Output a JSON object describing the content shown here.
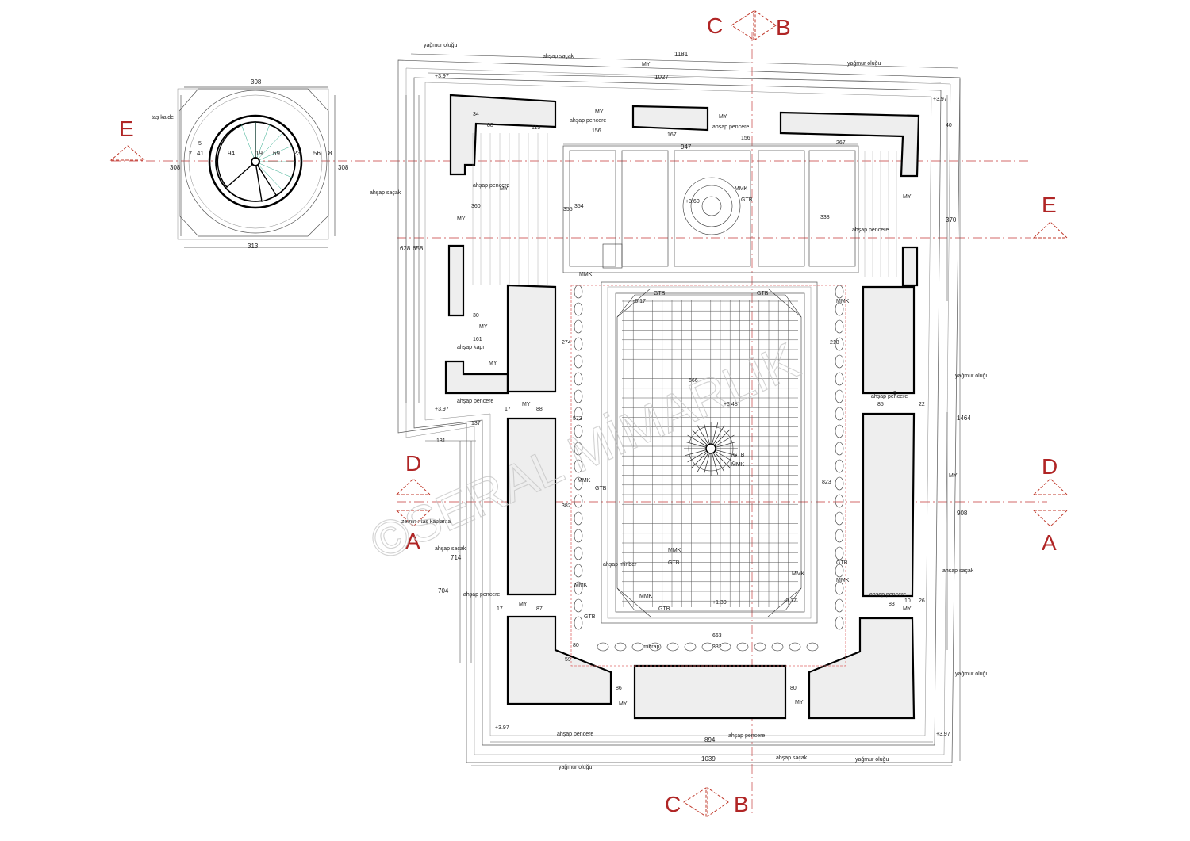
{
  "colors": {
    "section_marker": "#b02525",
    "axis_line": "#d36a6a",
    "wall_fill": "#eeeeee",
    "wall_stroke": "#000000"
  },
  "section_labels": {
    "C_top": "C",
    "B_top": "B",
    "C_bottom": "C",
    "B_bottom": "B",
    "E_left": "E",
    "E_right": "E",
    "D_left": "D",
    "A_left": "A",
    "D_right": "D",
    "A_right": "A"
  },
  "stair": {
    "dims": {
      "top": "308",
      "bottom": "313",
      "left": "308",
      "right": "308"
    },
    "inner_dims": [
      "5",
      "7",
      "41",
      "94",
      "19",
      "69",
      "23",
      "56",
      "8"
    ],
    "label": "taş kaide"
  },
  "annotations": {
    "yagmur": "yağmur oluğu",
    "sacak": "ahşap saçak",
    "pencere": "ahşap pencere",
    "kapi": "ahşap kapı",
    "minber": "ahşap minber",
    "mihrap": "mihrap",
    "zemin": "zemin : taş kaplama",
    "my": "MY",
    "mmk": "MMK",
    "gtb": "GTB",
    "level_397": "+3.97",
    "level_348": "+3.48",
    "level_360": "+3.60",
    "level_317": "-0.17",
    "level_139": "+1.39",
    "watermark": "©SERAL MİMARLIK"
  },
  "dims": {
    "d1181": "1181",
    "d1027": "1027",
    "d947": "947",
    "d156": "156",
    "d167": "167",
    "d113": "113",
    "d88": "88",
    "d267": "267",
    "d34": "34",
    "d40": "40",
    "d370": "370",
    "d1464": "1464",
    "d908": "908",
    "d628": "628",
    "d658": "658",
    "d360": "360",
    "d355": "355",
    "d354": "354",
    "d338": "338",
    "d131": "131",
    "d137": "137",
    "d714": "714",
    "d704": "704",
    "d666": "666",
    "d663": "663",
    "d894": "894",
    "d1039": "1039",
    "d161": "161",
    "d30": "30",
    "d17": "17",
    "d87": "87",
    "d85": "85",
    "d22": "22",
    "d9": "9",
    "d83": "83",
    "d10": "10",
    "d26": "26",
    "d80": "80",
    "d86": "86",
    "d59": "59",
    "d332": "332",
    "d274": "274",
    "d218": "218",
    "d573": "573",
    "d823": "823",
    "d382": "382"
  }
}
